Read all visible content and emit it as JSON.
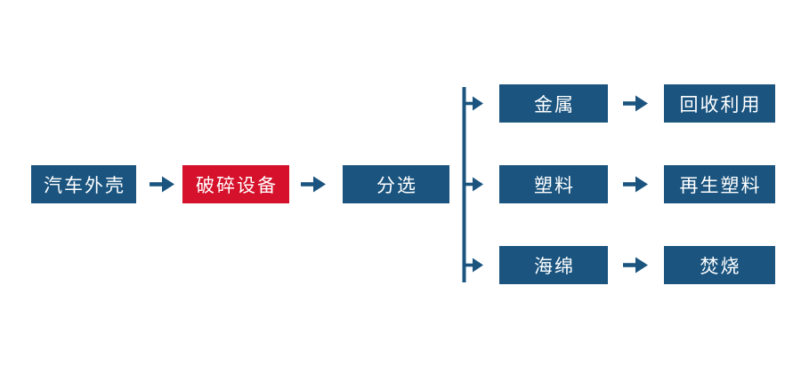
{
  "palette": {
    "background": "#ffffff",
    "node_blue": "#1a547f",
    "node_red": "#d5112b",
    "arrow_blue": "#1a547f",
    "node_text": "#ffffff"
  },
  "icons": {
    "arrow_right_glyph": "→",
    "branch_connector": "three-way-split"
  },
  "flowchart": {
    "main_chain": [
      {
        "label": "汽车外壳",
        "color": "blue"
      },
      {
        "label": "破碎设备",
        "color": "red"
      },
      {
        "label": "分选",
        "color": "blue"
      }
    ],
    "branches": [
      {
        "material": "金属",
        "outcome": "回收利用"
      },
      {
        "material": "塑料",
        "outcome": "再生塑料"
      },
      {
        "material": "海绵",
        "outcome": "焚烧"
      }
    ]
  }
}
